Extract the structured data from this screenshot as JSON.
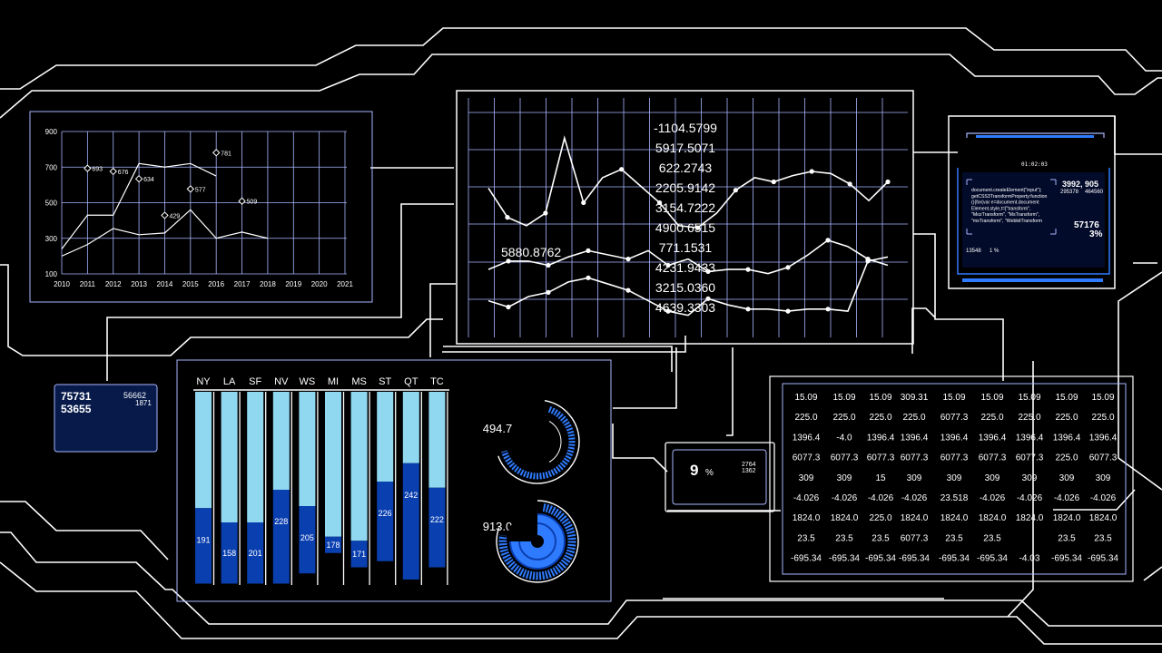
{
  "colors": {
    "background": "#000000",
    "line": "#ffffff",
    "panel_border": "#a9b6ff",
    "bar_light": "#8fd8f0",
    "bar_dark": "#0a3fb0",
    "accent_blue": "#2f7bff",
    "card_fill": "#071a4a"
  },
  "chart_data": [
    {
      "type": "line",
      "x": [
        2010,
        2011,
        2012,
        2013,
        2014,
        2015,
        2016,
        2017,
        2018,
        2019,
        2020,
        2021
      ],
      "ylim": [
        100,
        900
      ],
      "yticks": [
        100,
        300,
        500,
        700,
        900
      ],
      "grid": true,
      "series": [
        {
          "values": [
            240,
            430,
            430,
            720,
            700,
            720,
            650
          ]
        },
        {
          "values": [
            200,
            265,
            355,
            320,
            330,
            460,
            300,
            335,
            300
          ]
        }
      ],
      "points": [
        {
          "x": 2011,
          "y": 693,
          "label": "693"
        },
        {
          "x": 2012,
          "y": 676,
          "label": "676"
        },
        {
          "x": 2013,
          "y": 634,
          "label": "634"
        },
        {
          "x": 2014,
          "y": 429,
          "label": "429"
        },
        {
          "x": 2015,
          "y": 577,
          "label": "577"
        },
        {
          "x": 2016,
          "y": 781,
          "label": "781"
        },
        {
          "x": 2017,
          "y": 509,
          "label": "509"
        }
      ]
    },
    {
      "type": "line",
      "grid": true,
      "series": [
        {
          "values": [
            0.38,
            0.52,
            0.56,
            0.5,
            0.14,
            0.45,
            0.33,
            0.29,
            0.37,
            0.45,
            0.56,
            0.57,
            0.5,
            0.39,
            0.33,
            0.35,
            0.32,
            0.3,
            0.31,
            0.36,
            0.44,
            0.35
          ]
        },
        {
          "values": [
            0.77,
            0.73,
            0.73,
            0.75,
            0.71,
            0.68,
            0.7,
            0.72,
            0.68,
            0.75,
            0.72,
            0.78,
            0.77,
            0.77,
            0.79,
            0.76,
            0.7,
            0.63,
            0.66,
            0.72,
            0.75
          ]
        },
        {
          "values": [
            0.92,
            0.95,
            0.9,
            0.88,
            0.83,
            0.81,
            0.84,
            0.87,
            0.92,
            0.97,
            0.99,
            0.91,
            0.94,
            0.96,
            0.96,
            0.97,
            0.96,
            0.96,
            0.97,
            0.73,
            0.71
          ]
        }
      ],
      "overlay_numbers": [
        "-1104.5799",
        "5917.5071",
        "622.2743",
        "2205.9142",
        "3154.7222",
        "4900.6515",
        "771.1531",
        "4231.9433",
        "3215.0360",
        "4639.3303"
      ],
      "side_number": "5880.8762"
    },
    {
      "type": "bar",
      "categories": [
        "NY",
        "LA",
        "SF",
        "NV",
        "WS",
        "MI",
        "MS",
        "ST",
        "QT",
        "TC"
      ],
      "light_values": [
        0.57,
        0.64,
        0.64,
        0.48,
        0.56,
        0.71,
        0.73,
        0.44,
        0.35,
        0.47
      ],
      "dark_values": [
        0.37,
        0.3,
        0.3,
        0.46,
        0.33,
        0.08,
        0.13,
        0.39,
        0.57,
        0.39
      ],
      "labels": [
        "191",
        "158",
        "201",
        "228",
        "205",
        "178",
        "171",
        "226",
        "242",
        "222"
      ]
    }
  ],
  "gauges": [
    {
      "label": "494.7",
      "fraction": 0.45
    },
    {
      "label": "913.0",
      "fraction": 0.75
    }
  ],
  "stat_card": {
    "big1": "75731",
    "big2": "53655",
    "small1": "56662",
    "small2": "1871"
  },
  "percent_card": {
    "value": "9",
    "unit": "%",
    "small1": "2764",
    "small2": "1362"
  },
  "terminal": {
    "time": "01:02:03",
    "code": [
      "document.createElement(\"input\");",
      "getCSS3TransformProperty:function",
      "(){for(var e=document.document",
      "Element.style,t=[\"transform\",",
      "\"MozTransform\", \"MsTransform\",",
      "\"msTransform\", \"WebkitTransform"
    ],
    "num_a": "3992, 905",
    "num_b1": "295378",
    "num_b2": "464560",
    "num_c": "57176",
    "num_d": "3%",
    "foot_a": "13548",
    "foot_b": "1 %"
  },
  "table": {
    "rows": [
      [
        "15.09",
        "15.09",
        "15.09",
        "309.31",
        "15.09",
        "15.09",
        "15.09",
        "15.09",
        "15.09"
      ],
      [
        "225.0",
        "225.0",
        "225.0",
        "225.0",
        "6077.3",
        "225.0",
        "225.0",
        "225.0",
        "225.0"
      ],
      [
        "1396.4",
        "-4.0",
        "1396.4",
        "1396.4",
        "1396.4",
        "1396.4",
        "1396.4",
        "1396.4",
        "1396.4"
      ],
      [
        "6077.3",
        "6077.3",
        "6077.3",
        "6077.3",
        "6077.3",
        "6077.3",
        "6077.3",
        "225.0",
        "6077.3"
      ],
      [
        "309",
        "309",
        "15",
        "309",
        "309",
        "309",
        "309",
        "309",
        "309"
      ],
      [
        "-4.026",
        "-4.026",
        "-4.026",
        "-4.026",
        "23.518",
        "-4.026",
        "-4.026",
        "-4.026",
        "-4.026"
      ],
      [
        "1824.0",
        "1824.0",
        "225.0",
        "1824.0",
        "1824.0",
        "1824.0",
        "1824.0",
        "1824.0",
        "1824.0"
      ],
      [
        "23.5",
        "23.5",
        "23.5",
        "6077.3",
        "23.5",
        "23.5",
        "",
        "23.5",
        "23.5"
      ],
      [
        "-695.34",
        "-695.34",
        "-695.34",
        "-695.34",
        "-695.34",
        "-695.34",
        "-4.03",
        "-695.34",
        "-695.34"
      ]
    ]
  }
}
